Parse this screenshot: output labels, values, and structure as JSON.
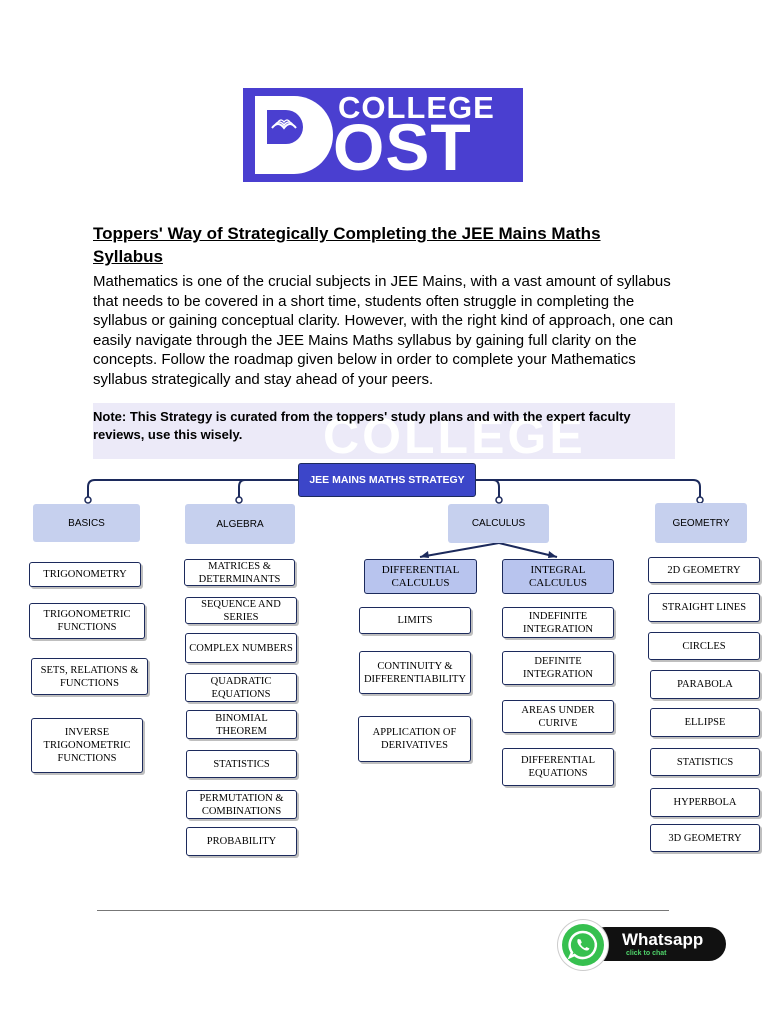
{
  "logo": {
    "line1": "COLLEGE",
    "line2": "OST"
  },
  "heading": "Toppers' Way of Strategically Completing the JEE Mains Maths Syllabus",
  "intro": "Mathematics is one of the crucial subjects in JEE Mains, with a vast amount of syllabus that needs to be covered in a short time, students often struggle in completing the syllabus or gaining conceptual clarity. However, with the right kind of approach, one can easily navigate through the JEE Mains Maths syllabus by gaining full clarity on the concepts. Follow the roadmap given below in order to complete your Mathematics syllabus strategically and stay ahead of your peers.",
  "note": "Note: This Strategy is curated from the toppers' study plans and with the expert faculty reviews, use this wisely.",
  "watermark": "COLLEGE",
  "diagram": {
    "root": "JEE MAINS MATHS STRATEGY",
    "categories": [
      "BASICS",
      "ALGEBRA",
      "CALCULUS",
      "GEOMETRY"
    ],
    "basics": [
      "TRIGONOMETRY",
      "TRIGONOMETRIC FUNCTIONS",
      "SETS, RELATIONS & FUNCTIONS",
      "INVERSE TRIGONOMETRIC FUNCTIONS"
    ],
    "algebra": [
      "MATRICES & DETERMINANTS",
      "SEQUENCE AND SERIES",
      "COMPLEX NUMBERS",
      "QUADRATIC EQUATIONS",
      "BINOMIAL THEOREM",
      "STATISTICS",
      "PERMUTATION & COMBINATIONS",
      "PROBABILITY"
    ],
    "calculus_subs": [
      "DIFFERENTIAL CALCULUS",
      "INTEGRAL CALCULUS"
    ],
    "differential": [
      "LIMITS",
      "CONTINUITY & DIFFERENTIABILITY",
      "APPLICATION OF DERIVATIVES"
    ],
    "integral": [
      "INDEFINITE INTEGRATION",
      "DEFINITE INTEGRATION",
      "AREAS UNDER CURIVE",
      "DIFFERENTIAL EQUATIONS"
    ],
    "geometry": [
      "2D GEOMETRY",
      "STRAIGHT LINES",
      "CIRCLES",
      "PARABOLA",
      "ELLIPSE",
      "STATISTICS",
      "HYPERBOLA",
      "3D GEOMETRY"
    ]
  },
  "whatsapp": {
    "label": "Whatsapp",
    "sublabel": "click to chat"
  }
}
